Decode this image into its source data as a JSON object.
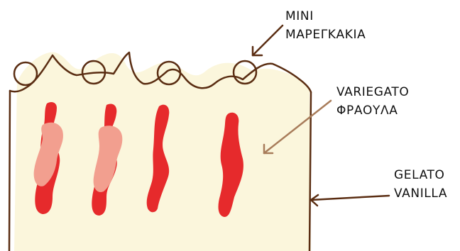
{
  "labels": {
    "meringues": {
      "line1": "MINI",
      "line2": "ΜΑΡΕΓΚΑΚΙΑ"
    },
    "variegato": {
      "line1": "VARIEGATO",
      "line2": "ΦΡΑΟΥΛΑ"
    },
    "gelato": {
      "line1": "GELATO",
      "line2": "VANILLA"
    }
  },
  "colors": {
    "outline": "#5a2d12",
    "cream": "#fbf6dc",
    "strawberry": "#e62a2c",
    "strawberry_light": "#f29f8f",
    "arrow_variegato": "#a87c5a"
  }
}
